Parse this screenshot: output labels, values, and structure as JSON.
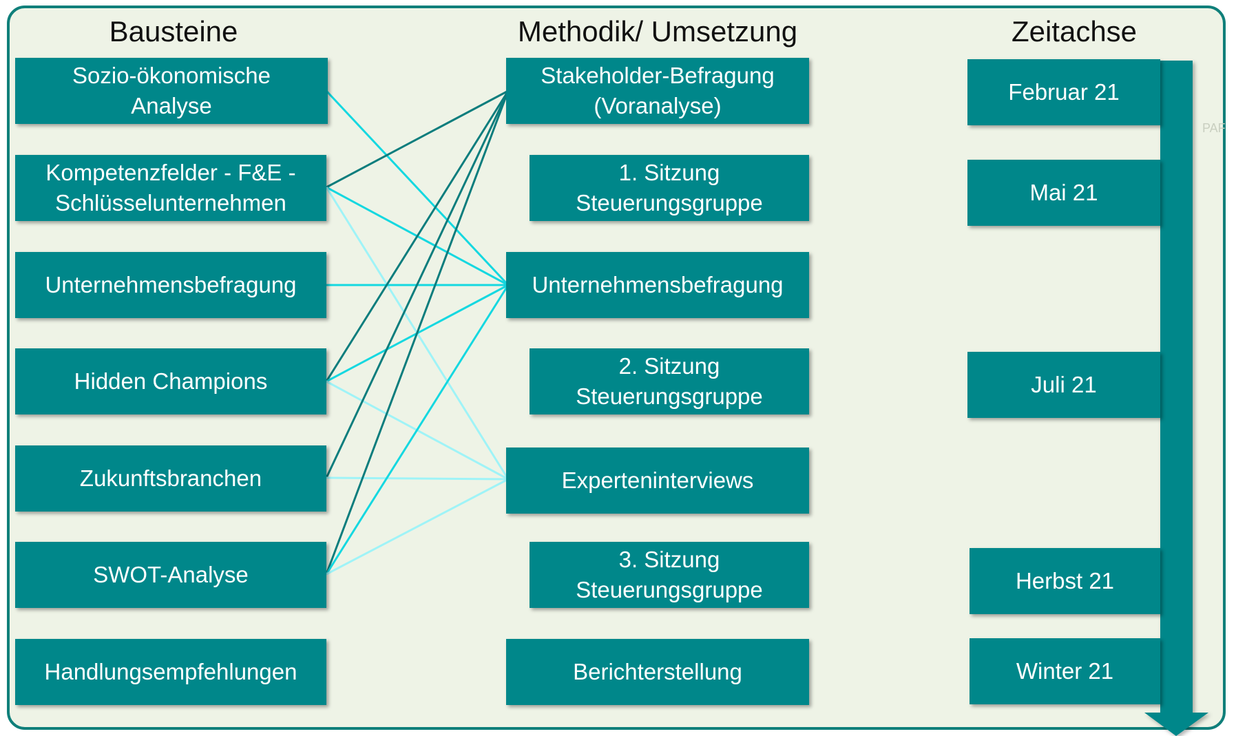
{
  "headers": {
    "bausteine": "Bausteine",
    "methodik": "Methodik/ Umsetzung",
    "zeitachse": "Zeitachse"
  },
  "bausteine": [
    "Sozio-ökonomische\nAnalyse",
    "Kompetenzfelder - F&E -\nSchlüsselunternehmen",
    "Unternehmensbefragung",
    "Hidden Champions",
    "Zukunftsbranchen",
    "SWOT-Analyse",
    "Handlungsempfehlungen"
  ],
  "methodik": [
    "Stakeholder-Befragung\n(Voranalyse)",
    "1. Sitzung\nSteuerungsgruppe",
    "Unternehmensbefragung",
    "2. Sitzung\nSteuerungsgruppe",
    "Experteninterviews",
    "3. Sitzung\nSteuerungsgruppe",
    "Berichterstellung"
  ],
  "zeitachse": [
    "Februar 21",
    "Mai 21",
    "Juli 21",
    "Herbst 21",
    "Winter 21"
  ],
  "watermark": "PAF",
  "colors": {
    "box": "#00878a",
    "frame": "#0f7f7a",
    "background": "#eef3e6",
    "link_dark": "#0c7d7d",
    "link_cyan": "#15d8e0",
    "link_light": "#9ff3f7"
  },
  "links": [
    {
      "from": "Sozio-ökonomische Analyse",
      "to": "Unternehmensbefragung",
      "color": "link_cyan"
    },
    {
      "from": "Kompetenzfelder - F&E - Schlüsselunternehmen",
      "to": "Stakeholder-Befragung (Voranalyse)",
      "color": "link_dark"
    },
    {
      "from": "Kompetenzfelder - F&E - Schlüsselunternehmen",
      "to": "Unternehmensbefragung",
      "color": "link_cyan"
    },
    {
      "from": "Kompetenzfelder - F&E - Schlüsselunternehmen",
      "to": "Experteninterviews",
      "color": "link_light"
    },
    {
      "from": "Unternehmensbefragung",
      "to": "Unternehmensbefragung",
      "color": "link_cyan"
    },
    {
      "from": "Hidden Champions",
      "to": "Stakeholder-Befragung (Voranalyse)",
      "color": "link_dark"
    },
    {
      "from": "Hidden Champions",
      "to": "Unternehmensbefragung",
      "color": "link_cyan"
    },
    {
      "from": "Hidden Champions",
      "to": "Experteninterviews",
      "color": "link_light"
    },
    {
      "from": "Zukunftsbranchen",
      "to": "Stakeholder-Befragung (Voranalyse)",
      "color": "link_dark"
    },
    {
      "from": "Zukunftsbranchen",
      "to": "Experteninterviews",
      "color": "link_light"
    },
    {
      "from": "SWOT-Analyse",
      "to": "Stakeholder-Befragung (Voranalyse)",
      "color": "link_dark"
    },
    {
      "from": "SWOT-Analyse",
      "to": "Unternehmensbefragung",
      "color": "link_cyan"
    },
    {
      "from": "SWOT-Analyse",
      "to": "Experteninterviews",
      "color": "link_light"
    }
  ]
}
